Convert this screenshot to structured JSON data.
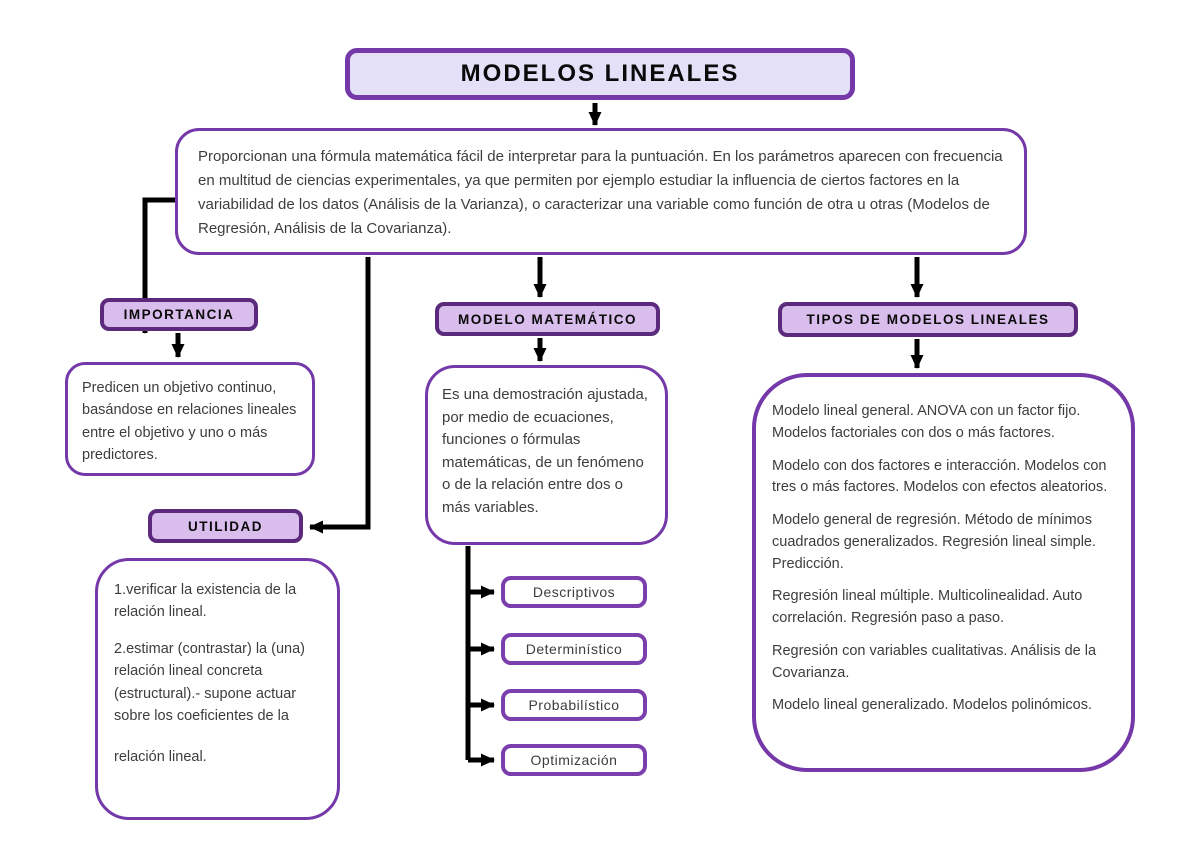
{
  "title": "MODELOS LINEALES",
  "intro": {
    "text": "Proporcionan una fórmula matemática fácil de interpretar para la puntuación. En los parámetros aparecen con frecuencia en multitud de ciencias experimentales, ya que permiten por ejemplo estudiar la influencia de ciertos factores en la variabilidad de los datos (Análisis de la Varianza), o caracterizar una variable como función de otra u otras (Modelos de Regresión, Análisis de la Covarianza)."
  },
  "branches": {
    "importancia": {
      "label": "IMPORTANCIA",
      "description": "Predicen un objetivo continuo, basándose en relaciones lineales entre el objetivo y uno o más predictores."
    },
    "utilidad": {
      "label": "UTILIDAD",
      "items": [
        "1.verificar la existencia de la relación lineal.",
        "2.estimar (contrastar) la (una) relación lineal concreta (estructural).- supone actuar sobre los coeficientes de la",
        "relación lineal."
      ]
    },
    "modelo_matematico": {
      "label": "MODELO MATEMÁTICO",
      "description": "Es una demostración ajustada, por medio de ecuaciones, funciones o fórmulas matemáticas, de un fenómeno o de la relación entre dos o más variables.",
      "types": [
        "Descriptivos",
        "Determinístico",
        "Probabilístico",
        "Optimización"
      ]
    },
    "tipos": {
      "label": "TIPOS DE MODELOS LINEALES",
      "paragraphs": [
        "Modelo lineal general. ANOVA con un factor fijo. Modelos factoriales con dos o más factores.",
        "Modelo con dos factores e interacción. Modelos con tres o más factores. Modelos con efectos aleatorios.",
        "Modelo general de regresión. Método de mínimos cuadrados generalizados. Regresión lineal simple. Predicción.",
        "Regresión lineal múltiple. Multicolinealidad. Auto correlación. Regresión paso a paso.",
        "Regresión con variables cualitativas. Análisis de la Covarianza.",
        "Modelo lineal generalizado. Modelos polinómicos."
      ]
    }
  },
  "colors": {
    "border_purple": "#7438a8",
    "border_dark_purple": "#5b2a7d",
    "header_fill": "#d9bdec",
    "title_fill": "#e3e0f7",
    "connector": "#000000"
  }
}
